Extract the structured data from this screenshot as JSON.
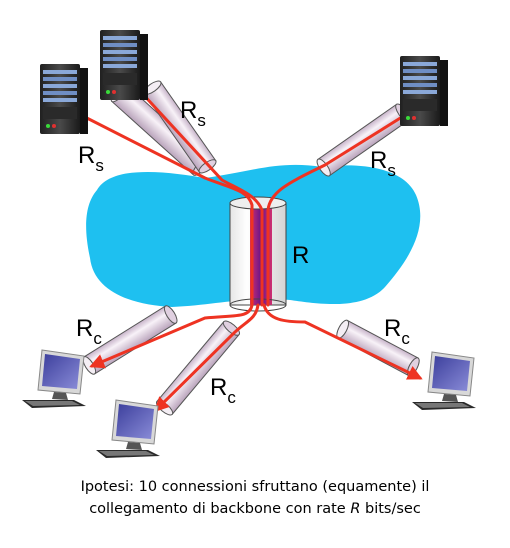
{
  "labels": {
    "server_link_label": "R",
    "server_link_subscript": "s",
    "client_link_label": "R",
    "client_link_subscript": "c",
    "backbone_label": "R"
  },
  "caption": {
    "line1": "Ipotesi: 10 connessioni sfruttano (equamente) il",
    "line2_prefix": "collegamento di backbone con rate ",
    "line2_var": "R",
    "line2_suffix": " bits/sec"
  },
  "colors": {
    "cloud": "#1ec0f0",
    "flow": "#ee3322",
    "backbone_core": "#7a1a8a",
    "pipe": "#e9dde9"
  },
  "icons": [
    "server-icon",
    "client-computer-icon",
    "network-cloud-icon",
    "link-pipe-icon"
  ]
}
